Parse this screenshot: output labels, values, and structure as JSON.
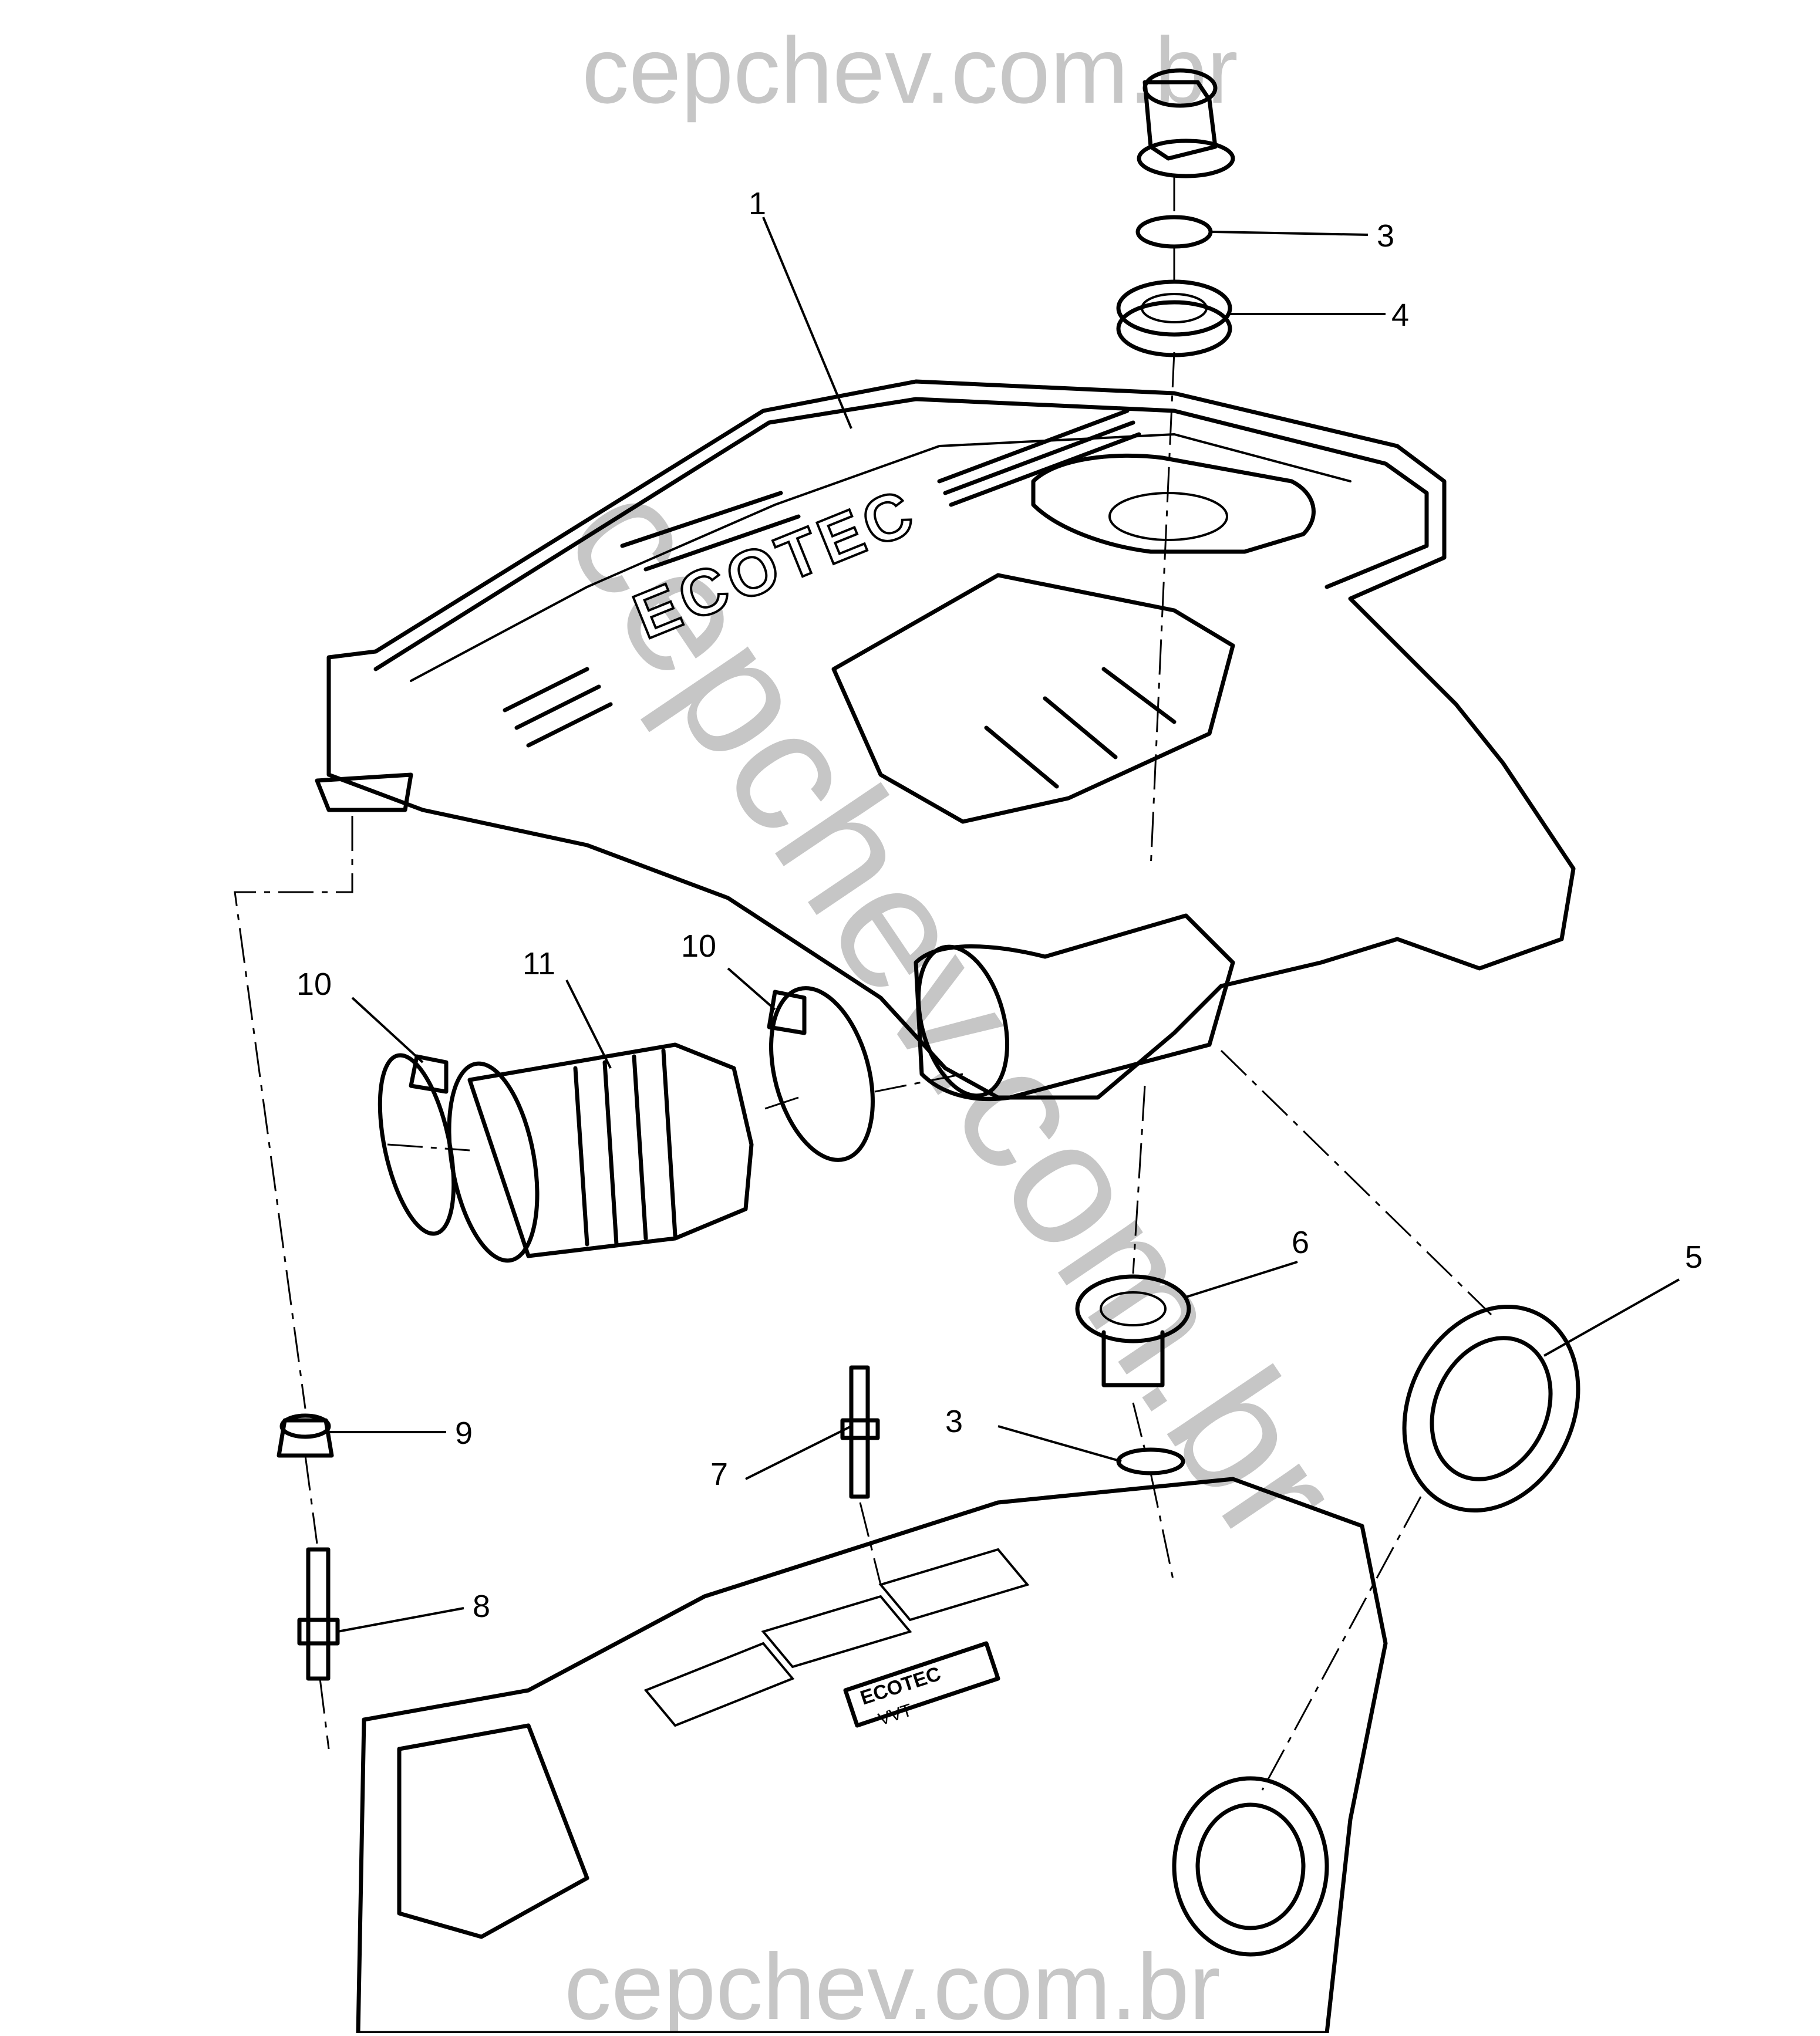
{
  "watermarks": {
    "top": "cepchev.com.br",
    "diagonal": "cepchev.com.br",
    "bottom": "cepchev.com.br"
  },
  "cover": {
    "emblem": "ECOTEC"
  },
  "engine": {
    "plate_text": "ECOTEC",
    "plate_subtext": "VVT"
  },
  "callouts": {
    "c1": "1",
    "c3a": "3",
    "c4": "4",
    "c10a": "10",
    "c11": "11",
    "c10b": "10",
    "c6": "6",
    "c5": "5",
    "c3b": "3",
    "c7": "7",
    "c9": "9",
    "c8": "8"
  }
}
